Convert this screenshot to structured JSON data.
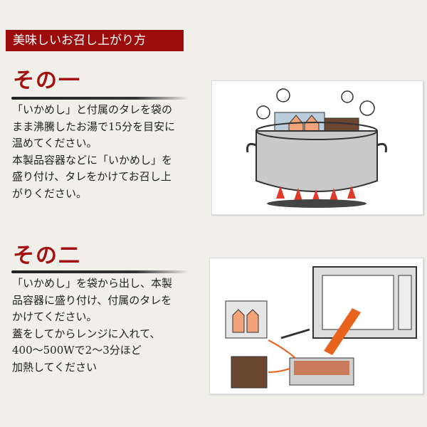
{
  "banner": {
    "title": "美味しいお召し上がり方"
  },
  "step1": {
    "heading": "その一",
    "lines": [
      "「いかめし」と付属のタレを袋の",
      "まま沸騰したお湯で15分を目安に",
      "温めてください。",
      "本製品容器などに「いかめし」を",
      "盛り付け、タレをかけてお召し上",
      "がりください。"
    ]
  },
  "step2": {
    "heading": "その二",
    "lines": [
      "「いかめし」を袋から出し、本製",
      "品容器に盛り付け、付属のタレを",
      "かけてください。",
      "蓋をしてからレンジに入れて、",
      "400〜500Wで2〜3分ほど",
      "加熱してください"
    ]
  },
  "colors": {
    "accent": "#9c0c0c",
    "background": "#f1efea"
  }
}
